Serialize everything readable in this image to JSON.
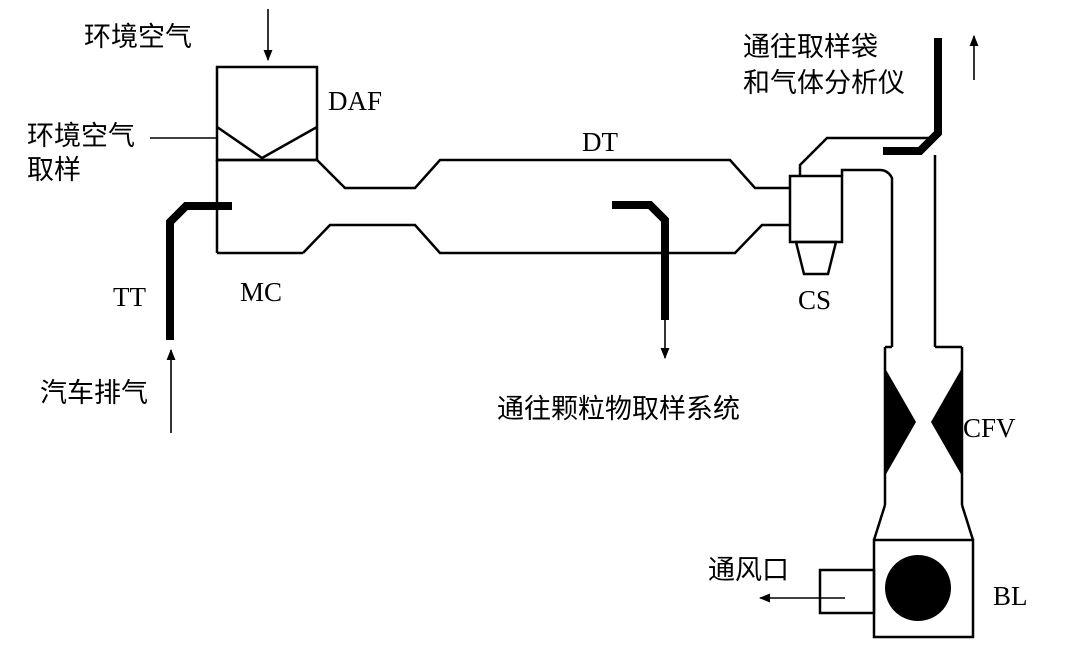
{
  "labels": {
    "ambient_air": "环境空气",
    "ambient_sample_l1": "环境空气",
    "ambient_sample_l2": "取样",
    "exhaust": "汽车排气",
    "to_bag_l1": "通往取样袋",
    "to_bag_l2": "和气体分析仪",
    "to_particulate": "通往颗粒物取样系统",
    "vent": "通风口"
  },
  "abbreviations": {
    "daf": "DAF",
    "dt": "DT",
    "mc": "MC",
    "tt": "TT",
    "cs": "CS",
    "cfv": "CFV",
    "bl": "BL"
  },
  "colors": {
    "line": "#000000",
    "background": "#ffffff"
  }
}
